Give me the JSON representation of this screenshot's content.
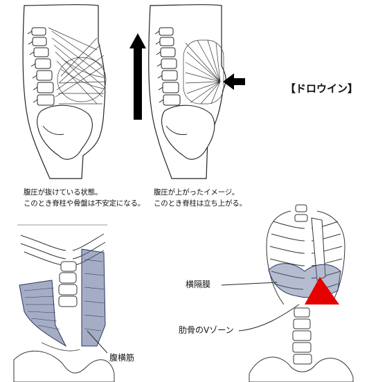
{
  "title": "【ドロウイン】",
  "captions": {
    "left_line1": "腹圧が抜けている状態。",
    "left_line2": "このとき脊柱や骨盤は不安定になる。",
    "right_line1": "腹圧が上がったイメージ。",
    "right_line2": "このとき脊柱は立ち上がる。"
  },
  "labels": {
    "transversus": "腹横筋",
    "diaphragm": "横隔膜",
    "v_zone": "肋骨のVゾーン"
  },
  "colors": {
    "line": "#222222",
    "muscle": "#5b6a96",
    "triangle": "#e60000",
    "arrow": "#000000"
  }
}
